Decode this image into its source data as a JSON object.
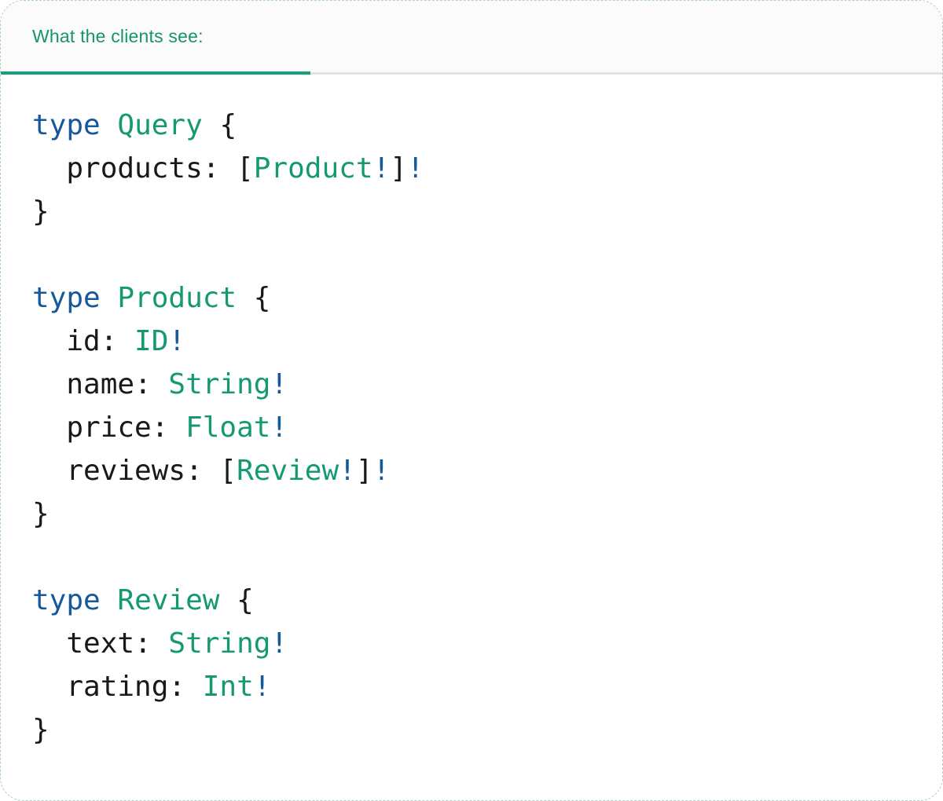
{
  "tabs": [
    {
      "label": "What the clients see:",
      "active": true
    }
  ],
  "colors": {
    "accent_text": "#16936F",
    "tab_underline": "#17A17B",
    "divider": "#E4E4E4",
    "header_bg": "#FBFBFB",
    "card_border": "#ABD5BA",
    "code_keyword": "#15599B",
    "code_typename": "#159972",
    "code_plain": "#17191D",
    "code_bang": "#15599B"
  },
  "code": {
    "language": "graphql",
    "lines": [
      [
        {
          "t": "type",
          "c": "kw"
        },
        {
          "t": " ",
          "c": "pl"
        },
        {
          "t": "Query",
          "c": "ty"
        },
        {
          "t": " {",
          "c": "pl"
        }
      ],
      [
        {
          "t": "  products: ",
          "c": "pl"
        },
        {
          "t": "[",
          "c": "pl"
        },
        {
          "t": "Product",
          "c": "ty"
        },
        {
          "t": "!",
          "c": "bang"
        },
        {
          "t": "]",
          "c": "pl"
        },
        {
          "t": "!",
          "c": "bang"
        }
      ],
      [
        {
          "t": "}",
          "c": "pl"
        }
      ],
      [],
      [
        {
          "t": "type",
          "c": "kw"
        },
        {
          "t": " ",
          "c": "pl"
        },
        {
          "t": "Product",
          "c": "ty"
        },
        {
          "t": " {",
          "c": "pl"
        }
      ],
      [
        {
          "t": "  id: ",
          "c": "pl"
        },
        {
          "t": "ID",
          "c": "ty"
        },
        {
          "t": "!",
          "c": "bang"
        }
      ],
      [
        {
          "t": "  name: ",
          "c": "pl"
        },
        {
          "t": "String",
          "c": "ty"
        },
        {
          "t": "!",
          "c": "bang"
        }
      ],
      [
        {
          "t": "  price: ",
          "c": "pl"
        },
        {
          "t": "Float",
          "c": "ty"
        },
        {
          "t": "!",
          "c": "bang"
        }
      ],
      [
        {
          "t": "  reviews: ",
          "c": "pl"
        },
        {
          "t": "[",
          "c": "pl"
        },
        {
          "t": "Review",
          "c": "ty"
        },
        {
          "t": "!",
          "c": "bang"
        },
        {
          "t": "]",
          "c": "pl"
        },
        {
          "t": "!",
          "c": "bang"
        }
      ],
      [
        {
          "t": "}",
          "c": "pl"
        }
      ],
      [],
      [
        {
          "t": "type",
          "c": "kw"
        },
        {
          "t": " ",
          "c": "pl"
        },
        {
          "t": "Review",
          "c": "ty"
        },
        {
          "t": " {",
          "c": "pl"
        }
      ],
      [
        {
          "t": "  text: ",
          "c": "pl"
        },
        {
          "t": "String",
          "c": "ty"
        },
        {
          "t": "!",
          "c": "bang"
        }
      ],
      [
        {
          "t": "  rating: ",
          "c": "pl"
        },
        {
          "t": "Int",
          "c": "ty"
        },
        {
          "t": "!",
          "c": "bang"
        }
      ],
      [
        {
          "t": "}",
          "c": "pl"
        }
      ]
    ]
  }
}
